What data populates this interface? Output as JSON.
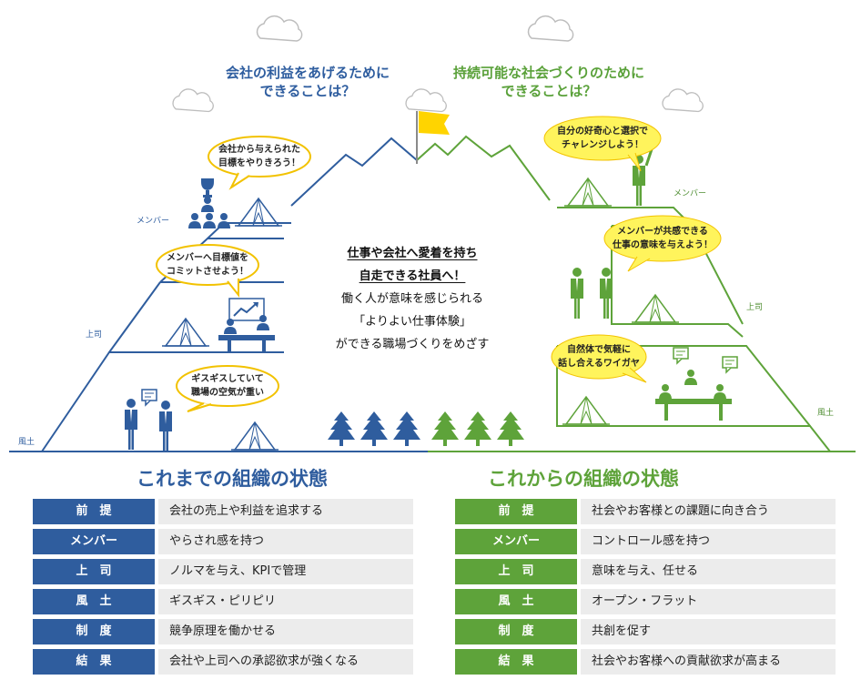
{
  "headings": {
    "left_question": [
      "会社の利益をあげるために",
      "できることは？"
    ],
    "right_question": [
      "持続可能な社会づくりのために",
      "できることは？"
    ]
  },
  "bubbles": {
    "left_member": [
      "会社から与えられた",
      "目標をやりきろう！"
    ],
    "left_boss": [
      "メンバーへ目標値を",
      "コミットさせよう！"
    ],
    "left_culture": [
      "ギスギスしていて",
      "職場の空気が重い"
    ],
    "right_member": [
      "自分の好奇心と選択で",
      "チャレンジしよう！"
    ],
    "right_boss": [
      "メンバーが共感できる",
      "仕事の意味を与えよう！"
    ],
    "right_culture": [
      "自然体で気軽に",
      "話し合えるワイガヤ"
    ]
  },
  "levels": {
    "left": {
      "member": "メンバー",
      "boss": "上司",
      "culture": "風土"
    },
    "right": {
      "member": "メンバー",
      "boss": "上司",
      "culture": "風土"
    }
  },
  "center_message": {
    "line1": "仕事や会社へ愛着を持ち",
    "line2": "自走できる社員へ！",
    "line3": "働く人が意味を感じられる",
    "line4": "「よりよい仕事体験」",
    "line5": "ができる職場づくりをめざす"
  },
  "left_table": {
    "title": "これまでの組織の状態",
    "rows": [
      {
        "label": "前　提",
        "value": "会社の売上や利益を追求する"
      },
      {
        "label": "メンバー",
        "value": "やらされ感を持つ"
      },
      {
        "label": "上　司",
        "value": "ノルマを与え、KPIで管理"
      },
      {
        "label": "風　土",
        "value": "ギスギス・ピリピリ"
      },
      {
        "label": "制　度",
        "value": "競争原理を働かせる"
      },
      {
        "label": "結　果",
        "value": "会社や上司への承認欲求が強くなる"
      }
    ]
  },
  "right_table": {
    "title": "これからの組織の状態",
    "rows": [
      {
        "label": "前　提",
        "value": "社会やお客様との課題に向き合う"
      },
      {
        "label": "メンバー",
        "value": "コントロール感を持つ"
      },
      {
        "label": "上　司",
        "value": "意味を与え、任せる"
      },
      {
        "label": "風　土",
        "value": "オープン・フラット"
      },
      {
        "label": "制　度",
        "value": "共創を促す"
      },
      {
        "label": "結　果",
        "value": "社会やお客様への貢献欲求が高まる"
      }
    ]
  },
  "icons": [
    "cloud-icon",
    "flag-icon",
    "tent-icon",
    "tree-icon",
    "person-icon",
    "trophy-icon",
    "chart-board-icon",
    "speech-icon"
  ],
  "colors": {
    "blue": "#2f5d9e",
    "green": "#5ea33a",
    "bubble_yellow": "#fff45c",
    "bubble_border": "#f2c200",
    "flag": "#ffd400",
    "table_value_bg": "#ececec"
  }
}
